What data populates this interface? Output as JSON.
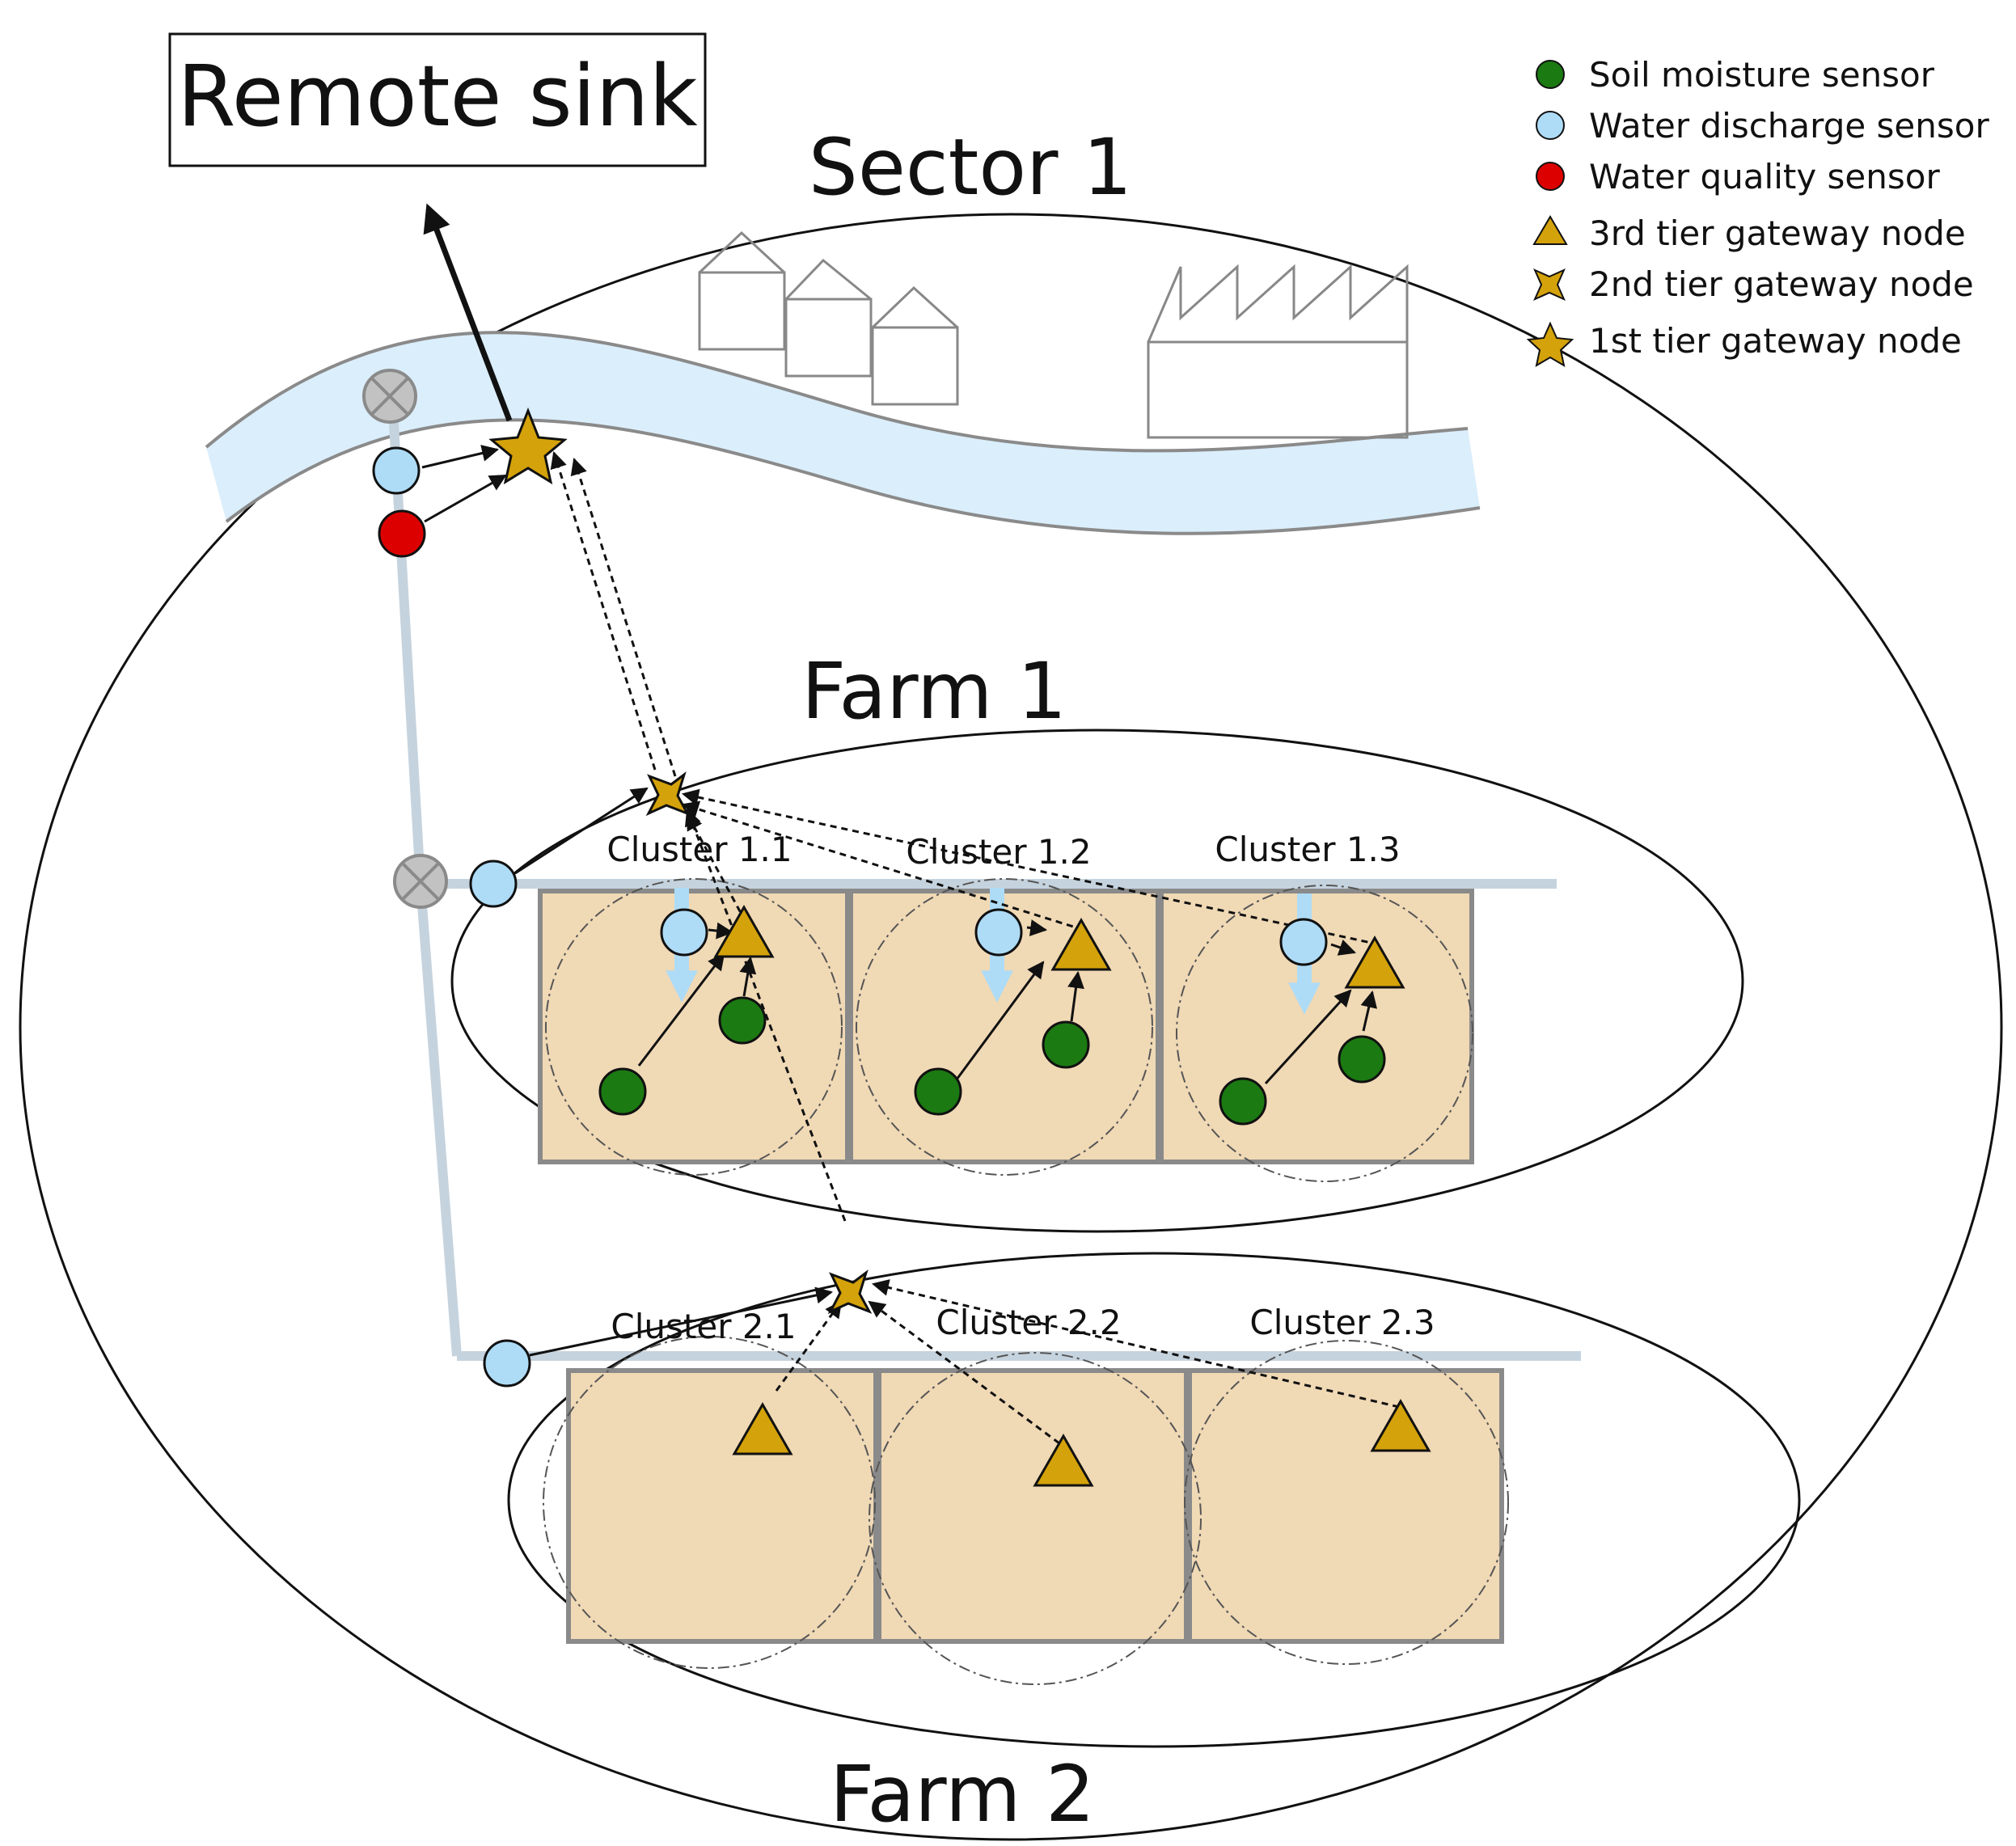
{
  "remote_sink": "Remote sink",
  "sector_label": "Sector 1",
  "farms": [
    {
      "label": "Farm 1",
      "clusters": [
        "Cluster 1.1",
        "Cluster 1.2",
        "Cluster 1.3"
      ]
    },
    {
      "label": "Farm 2",
      "clusters": [
        "Cluster 2.1",
        "Cluster 2.2",
        "Cluster 2.3"
      ]
    }
  ],
  "legend": [
    {
      "label": "Soil moisture sensor",
      "symbol": "circle",
      "color": "#1b7a12"
    },
    {
      "label": "Water discharge sensor",
      "symbol": "circle",
      "color": "#aedcf7"
    },
    {
      "label": "Water quality sensor",
      "symbol": "circle",
      "color": "#dd0000"
    },
    {
      "label": "3rd tier gateway node",
      "symbol": "triangle",
      "color": "#d4a20a"
    },
    {
      "label": "2nd tier gateway node",
      "symbol": "four-point-star",
      "color": "#d4a20a"
    },
    {
      "label": "1st tier gateway node",
      "symbol": "five-point-star",
      "color": "#d4a20a"
    }
  ],
  "colors": {
    "soil_moisture": "#1b7a12",
    "water_discharge": "#aedcf7",
    "water_quality": "#dd0000",
    "gateway": "#d4a20a",
    "field": "#f0d9b5",
    "river": "#dbeefb",
    "canal": "#c5d3de"
  }
}
